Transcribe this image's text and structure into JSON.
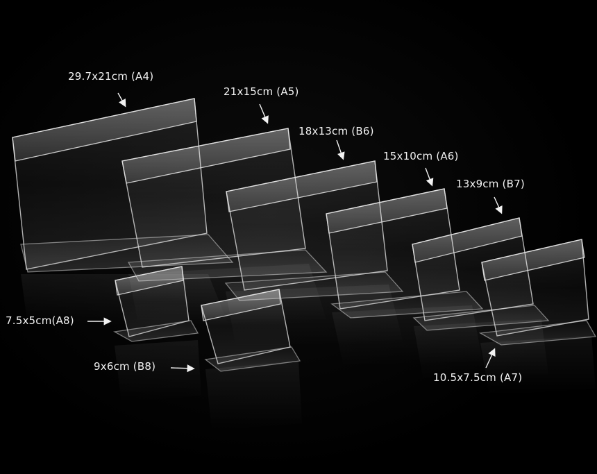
{
  "labels": {
    "a4": "29.7x21cm (A4)",
    "a5": "21x15cm (A5)",
    "b6": "18x13cm (B6)",
    "a6": "15x10cm (A6)",
    "b7": "13x9cm (B7)",
    "a8": "7.5x5cm(A8)",
    "b8": "9x6cm (B8)",
    "a7": "10.5x7.5cm (A7)"
  },
  "colors": {
    "background": "#000000",
    "label_text": "#f2f2f2",
    "acrylic_edge": "#dcdcdc"
  }
}
